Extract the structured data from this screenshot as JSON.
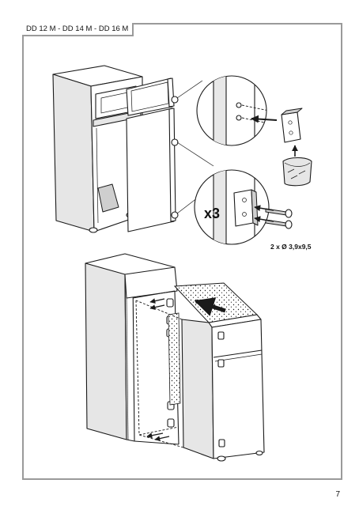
{
  "header": {
    "models": "DD 12 M - DD 14 M - DD 16 M"
  },
  "figure1": {
    "bracket_quantity": "x3",
    "screw_spec": "2 x Ø 3,9x9,5",
    "icons": [
      "fridge-open-icon",
      "hinge-bracket-icon",
      "hardware-bag-icon",
      "screw-icon",
      "arrow-icon"
    ]
  },
  "figure2": {
    "icons": [
      "cabinet-niche-icon",
      "fridge-slide-in-icon",
      "arrow-icon"
    ]
  },
  "footer": {
    "page_number": "7"
  }
}
